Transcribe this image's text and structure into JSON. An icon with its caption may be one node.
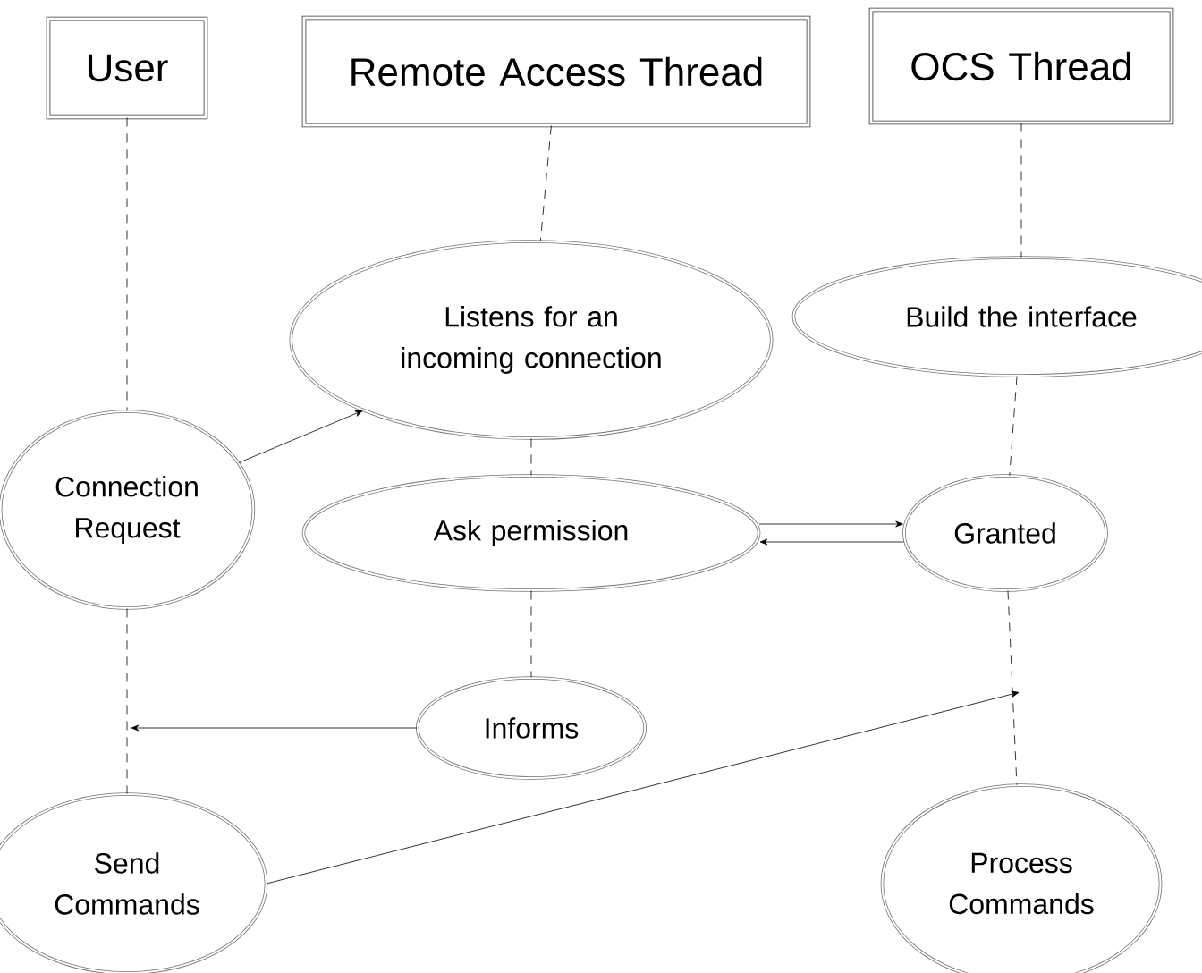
{
  "diagram": {
    "nodes": [
      {
        "text": [
          "User"
        ]
      },
      {
        "text": [
          "Remote Access Thread"
        ]
      },
      {
        "text": [
          "OCS Thread"
        ]
      },
      {
        "text": [
          "Connection Request"
        ]
      },
      {
        "text": [
          "Listens for an incoming connection"
        ]
      },
      {
        "text": [
          "Build the interface"
        ]
      },
      {
        "text": [
          "Ask permission"
        ]
      },
      {
        "text": [
          "Granted"
        ]
      },
      {
        "text": [
          "Informs"
        ]
      },
      {
        "text": [
          "Send Commands"
        ]
      },
      {
        "text": [
          "Process Commands"
        ]
      }
    ],
    "edges": [
      {
        "from": 0,
        "to": 3,
        "arrow": "none",
        "style": "dashed"
      },
      {
        "from": 1,
        "to": 4,
        "arrow": "none",
        "style": "dashed"
      },
      {
        "from": 2,
        "to": 5,
        "arrow": "none",
        "style": "dashed"
      },
      {
        "from": 3,
        "to": 4,
        "arrow": "to"
      },
      {
        "from": 4,
        "to": 6,
        "arrow": "none",
        "style": "dashed"
      },
      {
        "from": 5,
        "to": 7,
        "arrow": "none",
        "style": "dashed"
      },
      {
        "from": 6,
        "to": 7,
        "arrow": "to"
      },
      {
        "from": 7,
        "to": 6,
        "arrow": "to"
      },
      {
        "from": 6,
        "to": 8,
        "arrow": "none",
        "style": "dashed"
      },
      {
        "from": 8,
        "to": null,
        "arrow": "to"
      },
      {
        "from": 3,
        "to": 9,
        "arrow": "none",
        "style": "dashed"
      },
      {
        "from": 9,
        "to": null,
        "arrow": "to"
      },
      {
        "from": 7,
        "to": 10,
        "arrow": "none",
        "style": "dashed"
      }
    ]
  }
}
